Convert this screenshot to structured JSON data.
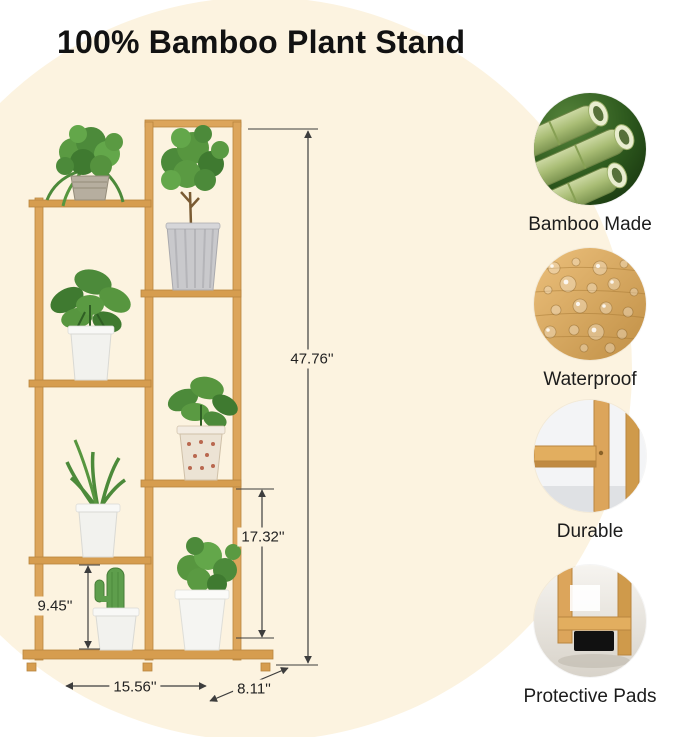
{
  "title": "100% Bamboo Plant Stand",
  "dimensions": {
    "total_height": "47.76''",
    "upper_section_height": "17.32''",
    "bottom_tier_height": "9.45''",
    "width": "15.56''",
    "depth": "8.11''"
  },
  "features": [
    {
      "label": "Bamboo Made",
      "icon": "bamboo-poles-photo"
    },
    {
      "label": "Waterproof",
      "icon": "water-droplets-photo"
    },
    {
      "label": "Durable",
      "icon": "bamboo-frame-photo"
    },
    {
      "label": "Protective Pads",
      "icon": "foot-pad-photo"
    }
  ],
  "colors": {
    "background": "#ffffff",
    "circle_background": "#fcf3e0",
    "bamboo": "#dca55b",
    "text": "#121212",
    "dimension_line": "#3d3d3d"
  }
}
